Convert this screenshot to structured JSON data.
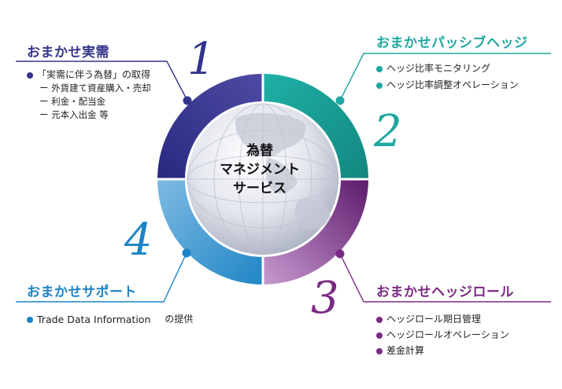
{
  "colors": {
    "c1": "#33348c",
    "c2": "#1fa7a0",
    "c3": "#7b2a82",
    "c4": "#1c84c5",
    "c4light": "#5aa8d8",
    "text": "#222222"
  },
  "center": {
    "lines": [
      "為替",
      "マネジメント",
      "サービス"
    ]
  },
  "sections": {
    "s1": {
      "number": "1",
      "title": "おまかせ実需",
      "items": [
        "「実需に伴う為替」の取得"
      ],
      "subitems": [
        "ー 外貨建て資産購入・売却",
        "ー 利金・配当金",
        "ー 元本入出金 等"
      ]
    },
    "s2": {
      "number": "2",
      "title": "おまかせパッシブヘッジ",
      "items": [
        "ヘッジ比率モニタリング",
        "ヘッジ比率調整オペレーション"
      ]
    },
    "s3": {
      "number": "3",
      "title": "おまかせヘッジロール",
      "items": [
        "ヘッジロール期日管理",
        "ヘッジロールオペレーション",
        "差金計算"
      ]
    },
    "s4": {
      "number": "4",
      "title": "おまかせサポート",
      "item_main": "Trade Data Information",
      "item_suffix": "の提供"
    }
  }
}
